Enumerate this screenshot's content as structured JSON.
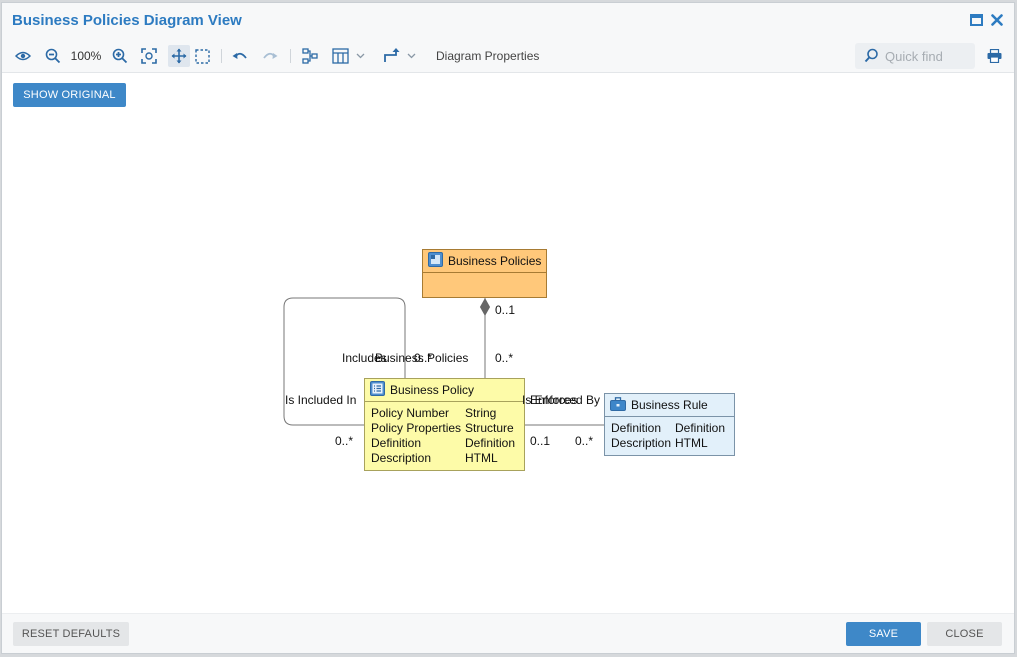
{
  "window": {
    "title": "Business Policies Diagram View"
  },
  "toolbar": {
    "zoom": "100%",
    "diagram_properties": "Diagram Properties",
    "search_placeholder": "Quick find"
  },
  "buttons": {
    "show_original": "SHOW ORIGINAL",
    "reset_defaults": "RESET DEFAULTS",
    "save": "SAVE",
    "close": "CLOSE"
  },
  "diagram": {
    "nodes": {
      "business_policies": {
        "title": "Business Policies",
        "color": "#ffc87a"
      },
      "business_policy": {
        "title": "Business Policy",
        "color": "#fdfba8",
        "rows": [
          {
            "name": "Policy Number",
            "type": "String"
          },
          {
            "name": "Policy Properties",
            "type": "Structure"
          },
          {
            "name": "Definition",
            "type": "Definition"
          },
          {
            "name": "Description",
            "type": "HTML"
          }
        ]
      },
      "business_rule": {
        "title": "Business Rule",
        "color": "#e2f0fa",
        "rows": [
          {
            "name": "Definition",
            "type": "Definition"
          },
          {
            "name": "Description",
            "type": "HTML"
          }
        ]
      }
    },
    "labels": {
      "top_multiplicity": "0..1",
      "bottom_multiplicity": "0..*",
      "business_policies_role": "Business Policies",
      "includes": "Includes",
      "includes_multiplicity": "0..*",
      "is_included_in": "Is Included In",
      "self_multiplicity": "0..*",
      "is_enforced_by": "Is Enforced By",
      "enforces": "Enforces",
      "policy_rule_multiplicity": "0..1",
      "rule_multiplicity": "0..*"
    }
  },
  "colors": {
    "accent": "#2d7bc1",
    "primary_button": "#3e88c8"
  }
}
